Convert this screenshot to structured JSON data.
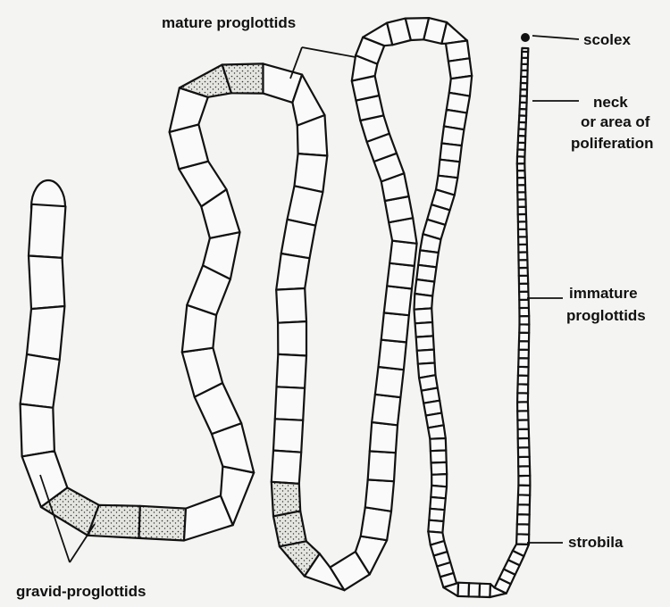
{
  "labels": {
    "mature_proglottids": "mature proglottids",
    "scolex": "scolex",
    "neck_line1": "neck",
    "neck_line2": "or area of",
    "neck_line3": "poliferation",
    "immature_line1": "immature",
    "immature_line2": "proglottids",
    "strobila": "strobila",
    "gravid": "gravid-proglottids"
  },
  "style": {
    "ink": "#111111",
    "paper": "#f4f4f2"
  }
}
